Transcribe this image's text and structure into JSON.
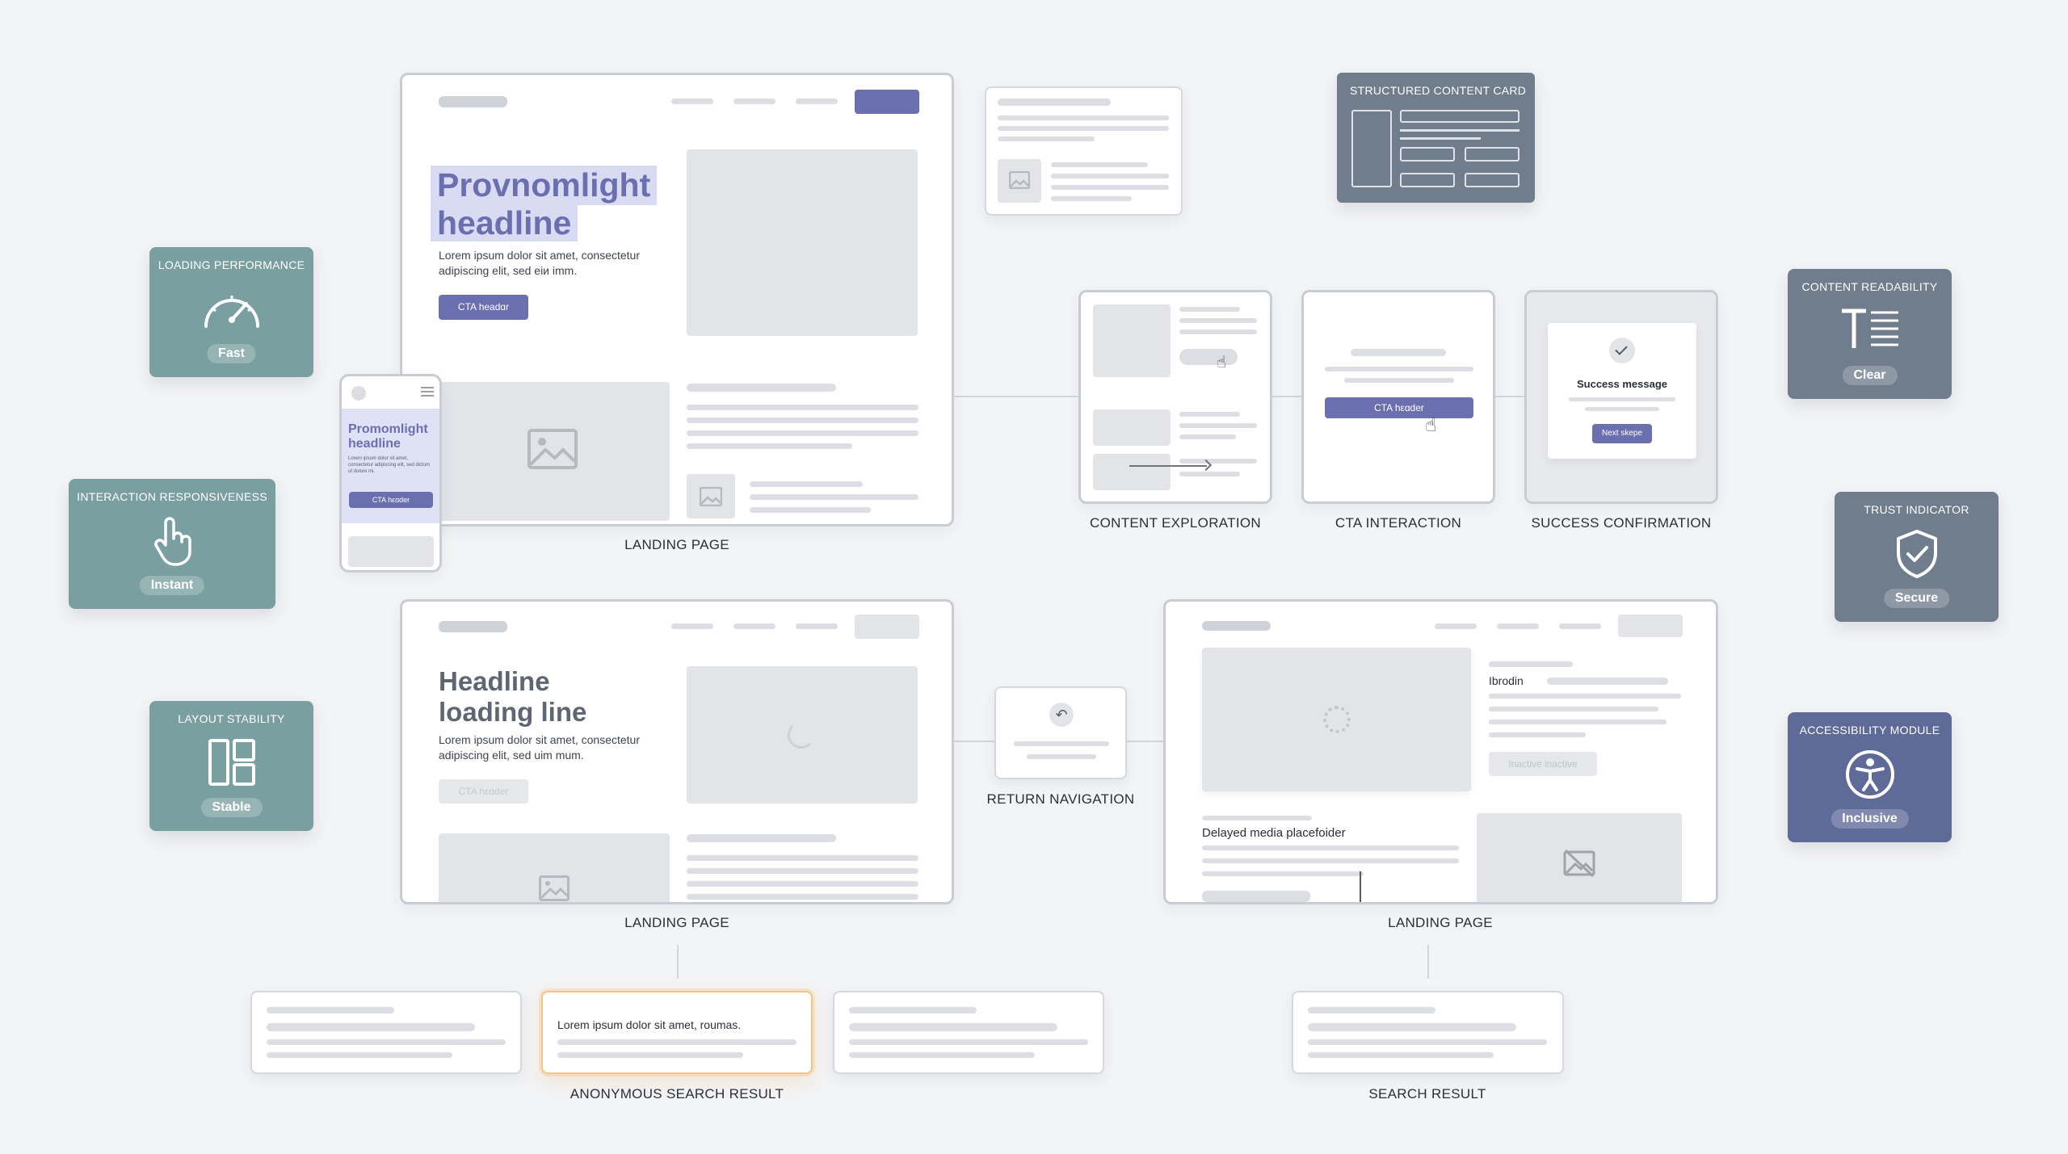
{
  "colors": {
    "background": "#f3f4f6",
    "accent": "#6a6fb0",
    "highlight": "#d9dbf3",
    "teal": "#7a9fa0",
    "slate": "#6f7d8c",
    "indigo": "#5e6a98",
    "selected_glow": "#f5c98a"
  },
  "metrics": {
    "loading": {
      "title": "LOADING PERFORMANCE",
      "badge": "Fast",
      "icon": "speedometer-icon"
    },
    "interaction": {
      "title": "INTERACTION RESPONSIVENESS",
      "badge": "Instant",
      "icon": "pointer-hand-icon"
    },
    "layout": {
      "title": "LAYOUT STABILITY",
      "badge": "Stable",
      "icon": "layout-grid-icon"
    },
    "readability": {
      "title": "CONTENT READABILITY",
      "badge": "Clear",
      "icon": "text-lines-icon"
    },
    "trust": {
      "title": "TRUST INDICATOR",
      "badge": "Secure",
      "icon": "shield-check-icon"
    },
    "accessibility": {
      "title": "ACCESSIBILITY MODULE",
      "badge": "Inclusive",
      "icon": "accessibility-icon"
    }
  },
  "landing_main": {
    "headline_line1": "Provnomlight",
    "headline_line2": "headline",
    "body_line1": "Lorem ipsum dolor sit amet, consectetur",
    "body_line2": "adipiscing elit, sed eiи imm.",
    "cta": "CTA headɑr",
    "caption": "LANDING PAGE"
  },
  "mobile": {
    "headline_line1": "Promomlight",
    "headline_line2": "headline",
    "body": "Lorem ipsum dolor sit amet, consectetur adipiscing elit, sed dictum ut dolore mi.",
    "cta": "CTA hεɑder"
  },
  "structured_card": {
    "title": "STRUCTURED CONTENT CARD"
  },
  "flow": {
    "exploration_caption": "CONTENT EXPLORATION",
    "cta_caption": "CTA INTERACTION",
    "cta_button": "CTA hεɑder",
    "success_caption": "SUCCESS CONFIRMATION",
    "success_message": "Success message",
    "next_step": "Next skepe"
  },
  "landing_loading": {
    "headline_line1": "Headline",
    "headline_line2": "loading line",
    "body_line1": "Lorem ipsum dolor sit amet, consectetur",
    "body_line2": "adipiscing elit, sed uim mum.",
    "cta": "CTA hεɑder",
    "caption": "LANDING PAGE"
  },
  "return_nav": {
    "caption": "RETURN NAVIGATION"
  },
  "landing_delayed": {
    "label": "Ιbrodin",
    "inactive_button": "Inactive inactive",
    "media_label": "Delayed media placefoider",
    "caption": "LANDING PAGE"
  },
  "results": {
    "selected_text": "Lorem ipsum dolor sit amet, roumas.",
    "anonymous_caption": "ANONYMOUS SEARCH RESULT",
    "search_caption": "SEARCH RESULT"
  }
}
